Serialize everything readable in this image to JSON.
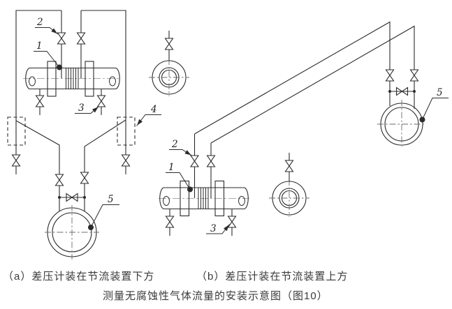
{
  "figure": {
    "captions": {
      "a": "（a）差压计装在节流装置下方",
      "b": "（b）差压计装在节流装置上方",
      "title": "测量无腐蚀性气体流量的安装示意图（图10）"
    },
    "part_labels": {
      "orifice": "1",
      "tap_valve": "2",
      "drain_valve": "3",
      "pot": "4",
      "gauge": "5"
    },
    "colors": {
      "line": "#2b2b2b",
      "text": "#3a3a3a",
      "centerline": "#a9a9a9",
      "background": "#ffffff"
    }
  }
}
